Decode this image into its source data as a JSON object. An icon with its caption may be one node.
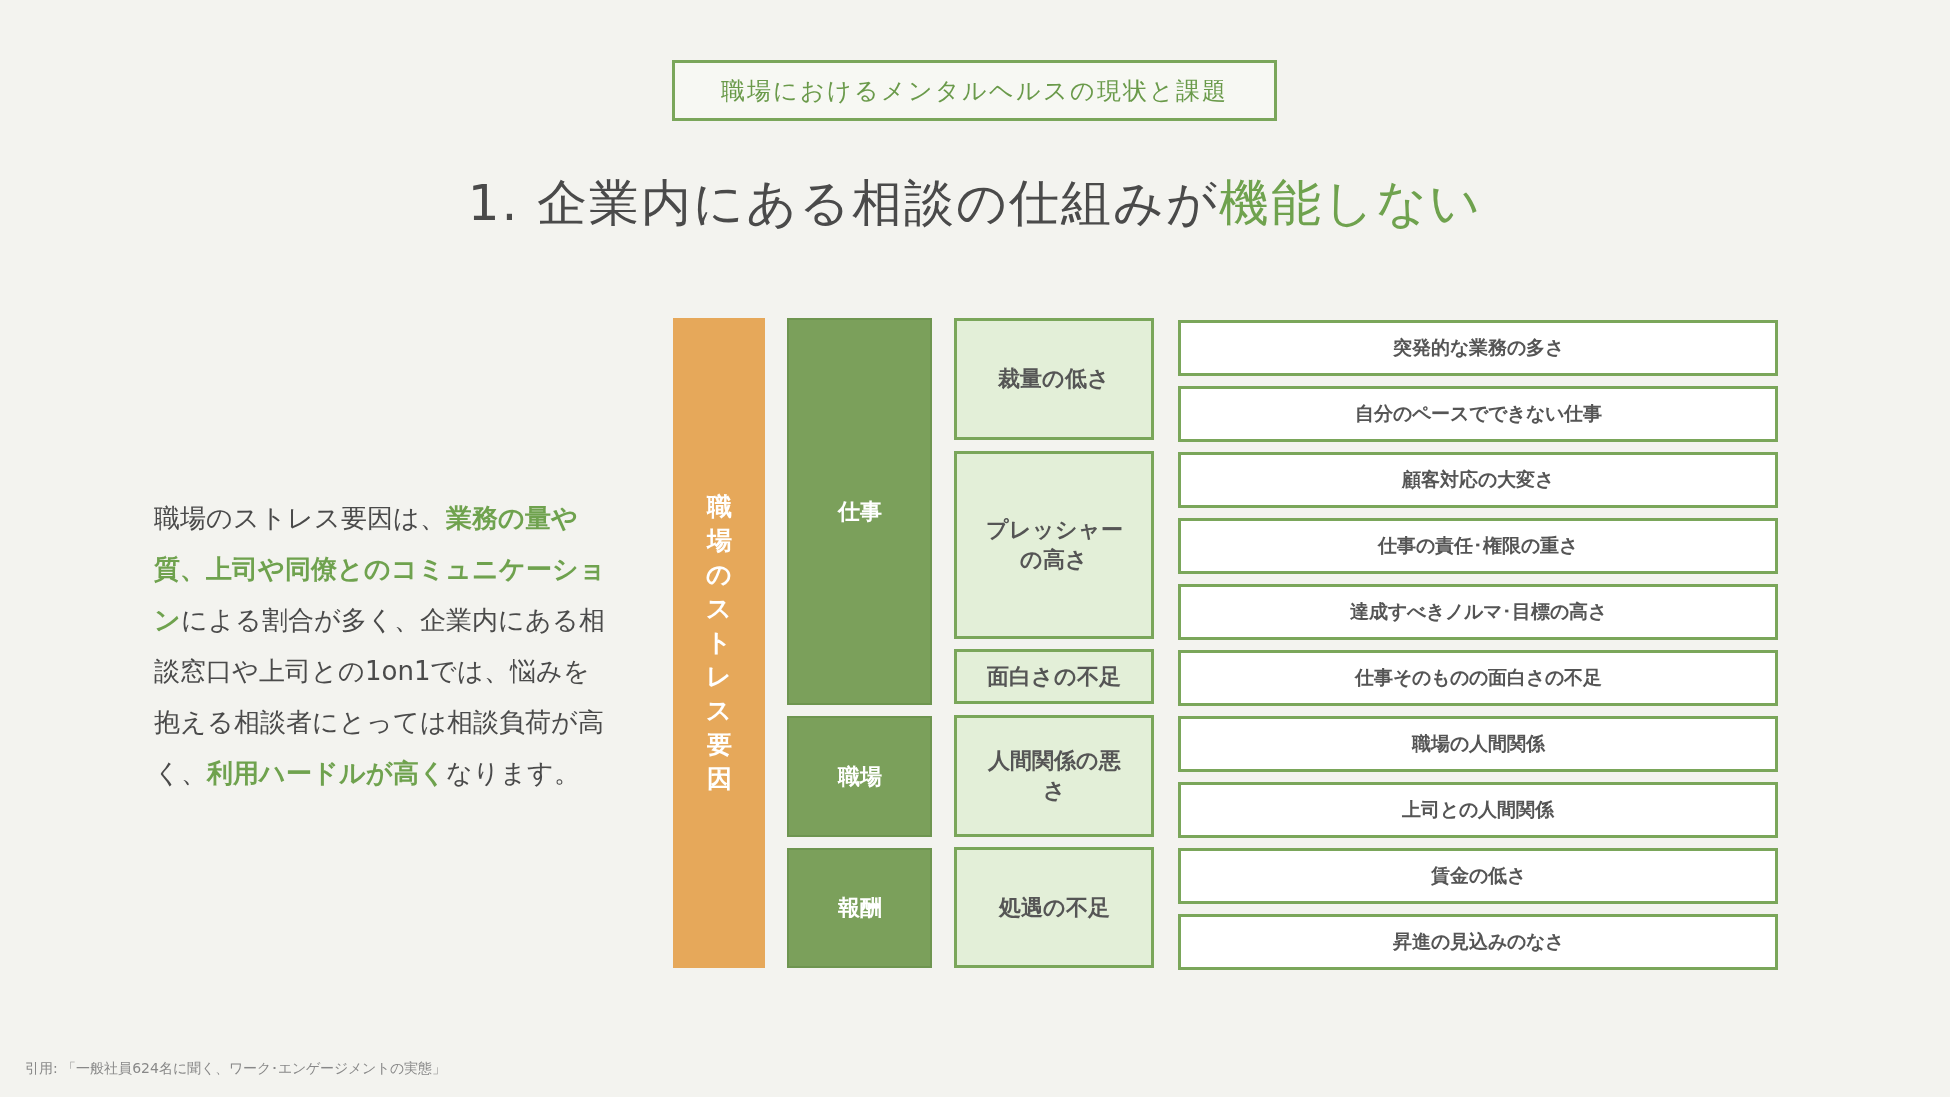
{
  "diagram": {
    "title": "1. 企業内にある相談の仕組みが**機能しない**",
    "nodes": [
      {
        "text": [
          "職場におけるメンタルヘルスの現状と課題"
        ]
      },
      {
        "text": [
          "職場のストレス要因"
        ]
      },
      {
        "text": [
          "仕事"
        ]
      },
      {
        "text": [
          "職場"
        ]
      },
      {
        "text": [
          "報酬"
        ]
      },
      {
        "text": [
          "裁量の低さ"
        ]
      },
      {
        "text": [
          "プレッシャーの高さ"
        ]
      },
      {
        "text": [
          "面白さの不足"
        ]
      },
      {
        "text": [
          "人間関係の悪さ"
        ]
      },
      {
        "text": [
          "処遇の不足"
        ]
      },
      {
        "text": [
          "突発的な業務の多さ"
        ]
      },
      {
        "text": [
          "自分のペースでできない仕事"
        ]
      },
      {
        "text": [
          "顧客対応の大変さ"
        ]
      },
      {
        "text": [
          "仕事の責任･権限の重さ"
        ]
      },
      {
        "text": [
          "達成すべきノルマ･目標の高さ"
        ]
      },
      {
        "text": [
          "仕事そのものの面白さの不足"
        ]
      },
      {
        "text": [
          "職場の人間関係"
        ]
      },
      {
        "text": [
          "上司との人間関係"
        ]
      },
      {
        "text": [
          "賃金の低さ"
        ]
      },
      {
        "text": [
          "昇進の見込みのなさ"
        ]
      }
    ],
    "labels": [
      "職場のストレス要因は、**業務の量や質、上司や同僚とのコミュニケーション**による割合が多く、企業内にある相談窓口や上司との1on1では、悩みを抱える相談者にとっては相談負荷が高く、**利用ハードルが高く**なります。",
      "引用: 「一般社員624名に聞く、ワーク･エンゲージメントの実態」"
    ]
  }
}
